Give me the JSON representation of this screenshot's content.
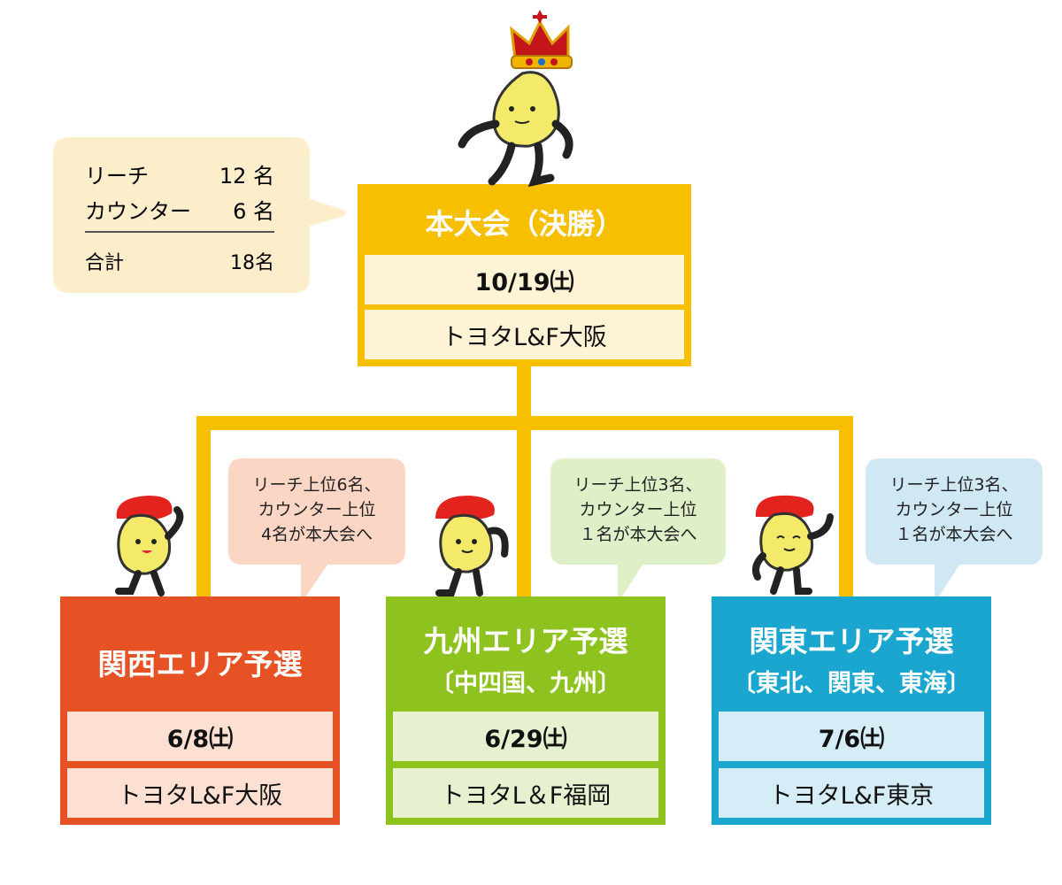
{
  "colors": {
    "gold": "#f6bf00",
    "final_cell": "#fff3d6",
    "kansai": "#e65224",
    "kansai_cell": "#fde0d2",
    "kansai_bubble": "#fbd6c4",
    "kyushu": "#8dc21f",
    "kyushu_cell": "#e6f1d0",
    "kyushu_bubble": "#dff0c8",
    "kanto": "#1ba6cf",
    "kanto_cell": "#d4edf6",
    "kanto_bubble": "#cfe8f4",
    "summary_bubble": "#fdeecb"
  },
  "final": {
    "title": "本大会（決勝）",
    "date": "10/19㈯",
    "venue": "トヨタL&F大阪"
  },
  "summary": {
    "rows": [
      {
        "label": "リーチ",
        "value": "12 名"
      },
      {
        "label": "カウンター",
        "value": "6 名"
      }
    ],
    "total_label": "合計",
    "total_value": "18名"
  },
  "regions": [
    {
      "title": "関西エリア予選",
      "subtitle": "",
      "date": "6/8㈯",
      "venue": "トヨタL&F大阪",
      "note": [
        "リーチ上位6名、",
        "カウンター上位",
        "4名が本大会へ"
      ]
    },
    {
      "title": "九州エリア予選",
      "subtitle": "〔中四国、九州〕",
      "date": "6/29㈯",
      "venue": "トヨタL＆F福岡",
      "note": [
        "リーチ上位3名、",
        "カウンター上位",
        "１名が本大会へ"
      ]
    },
    {
      "title": "関東エリア予選",
      "subtitle": "〔東北、関東、東海〕",
      "date": "7/6㈯",
      "venue": "トヨタL&F東京",
      "note": [
        "リーチ上位3名、",
        "カウンター上位",
        "１名が本大会へ"
      ]
    }
  ],
  "icons": {
    "crown": "crown-icon",
    "mascot": "mascot-icon",
    "beret": "beret-icon"
  }
}
